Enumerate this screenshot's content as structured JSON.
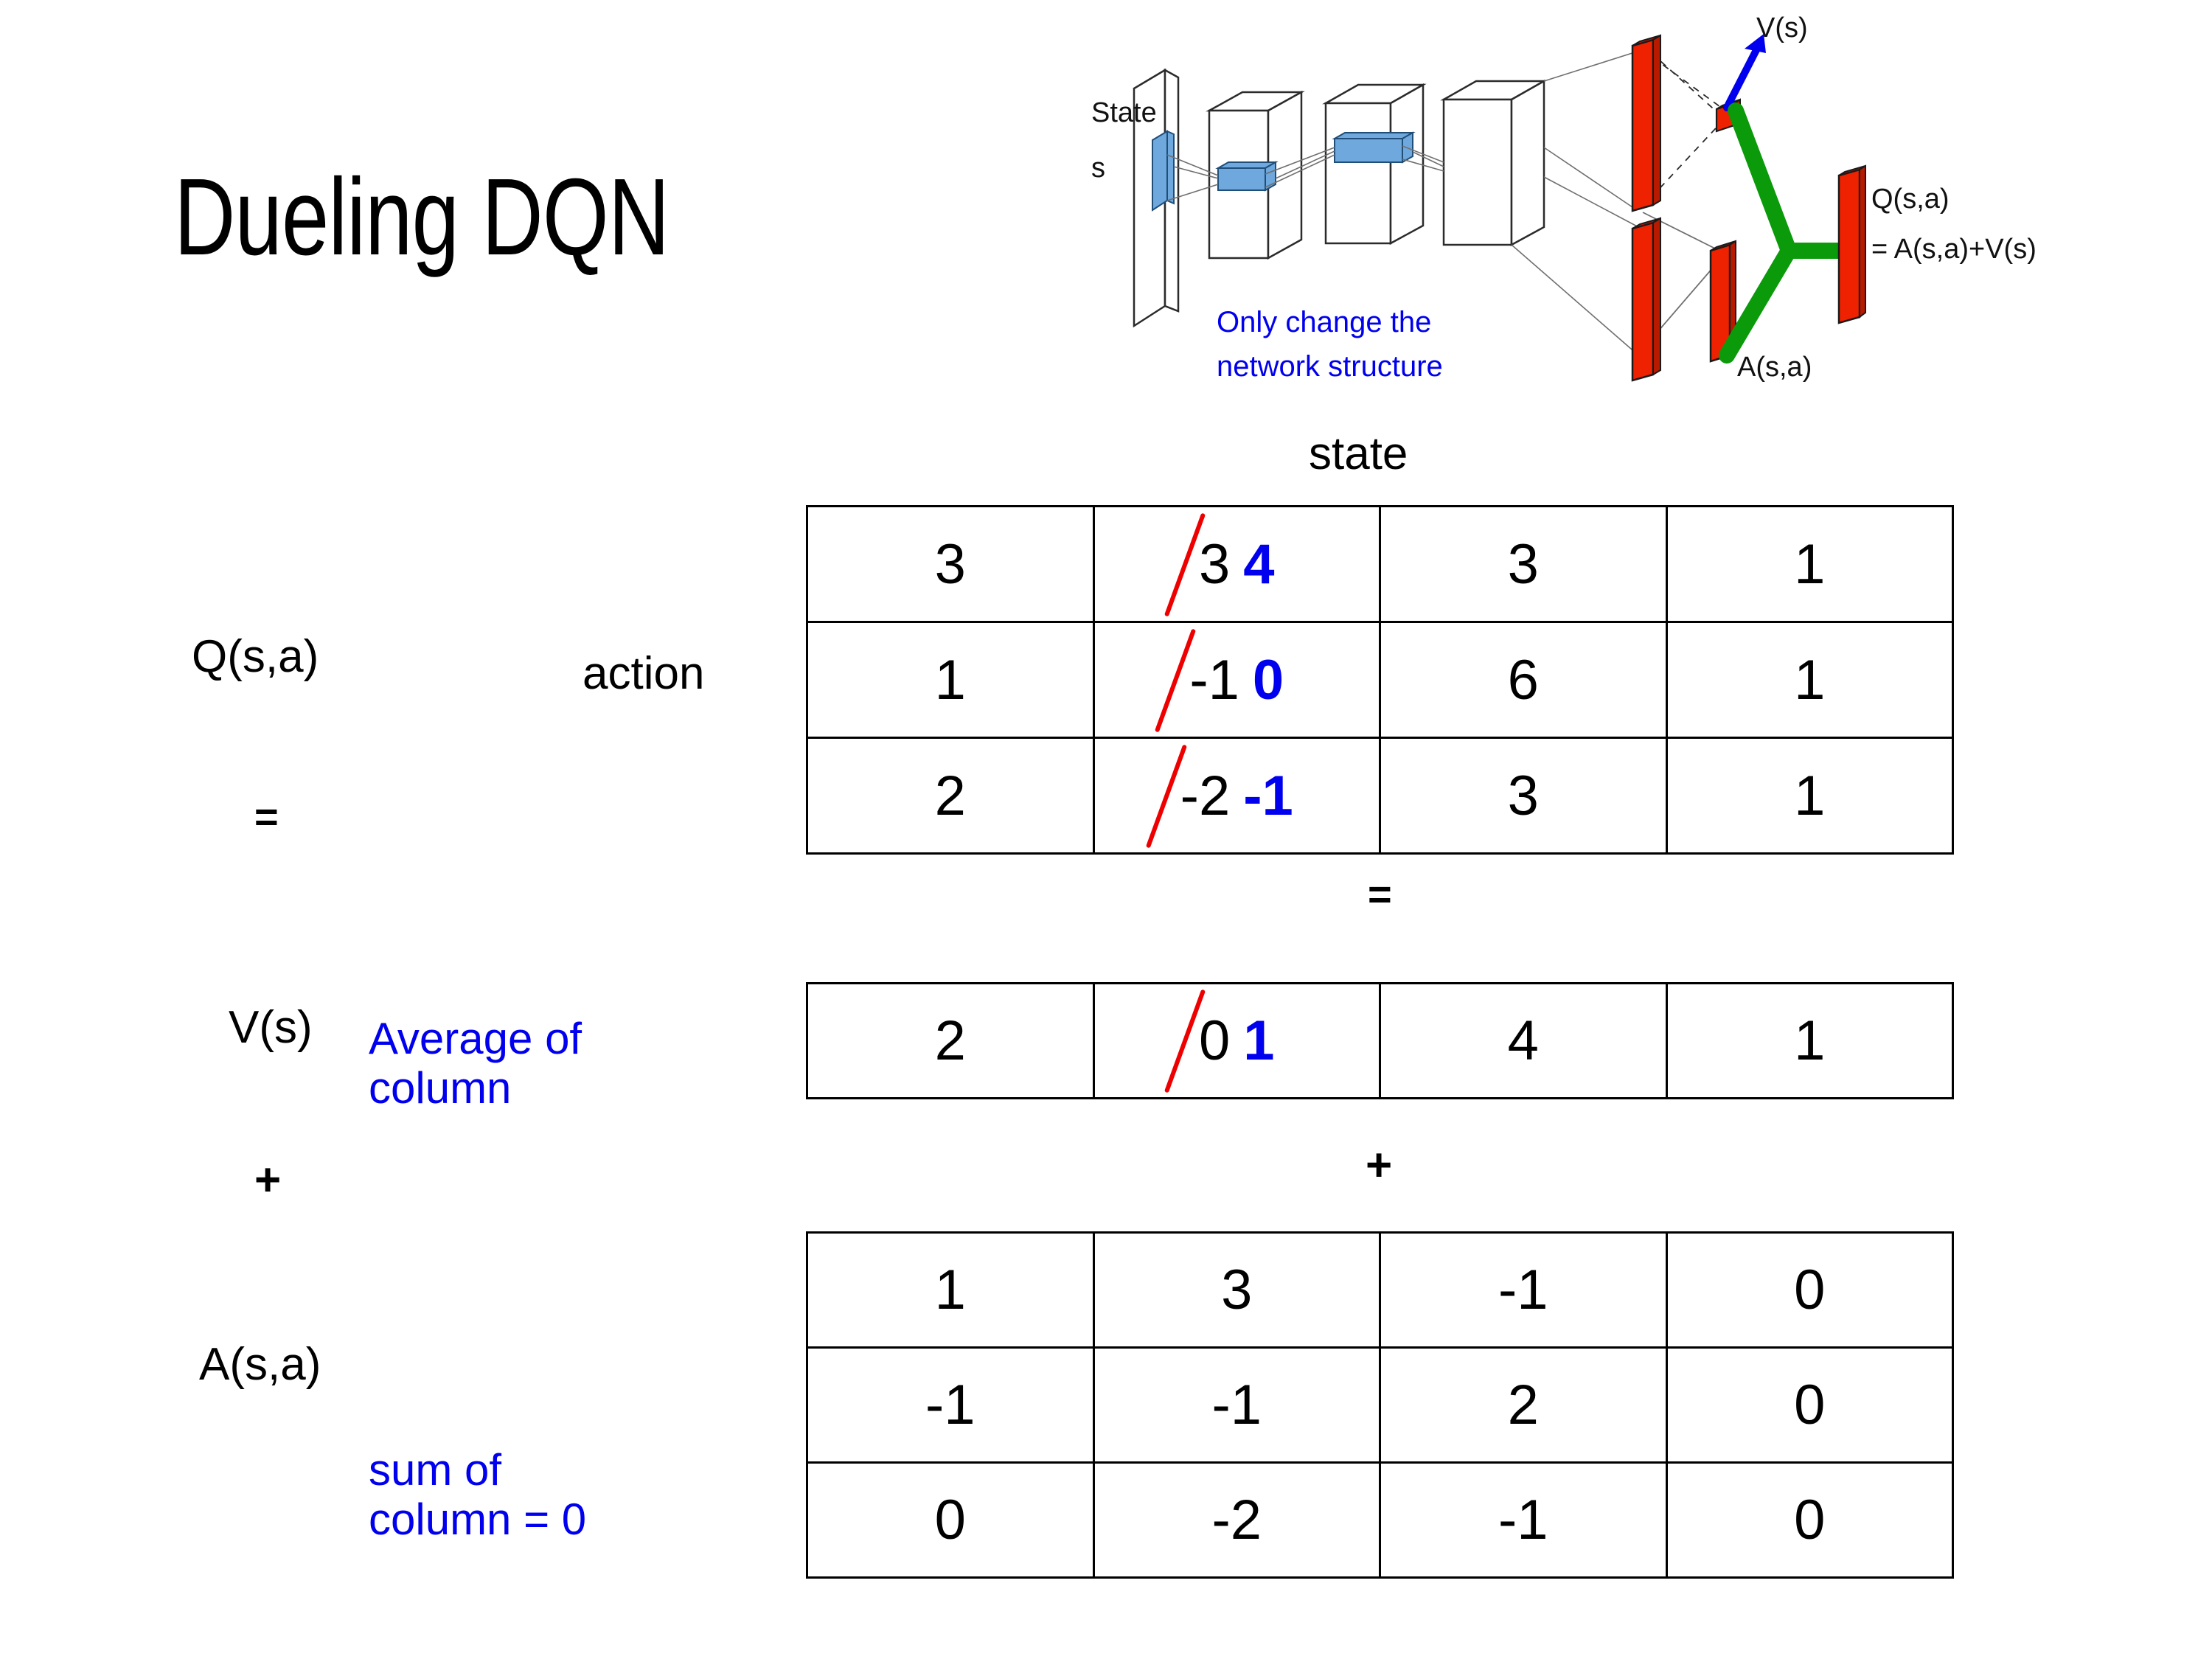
{
  "title": "Dueling DQN",
  "diagram": {
    "state_label_line1": "State",
    "state_label_line2": "s",
    "note": "Only change the\nnetwork structure",
    "note_line1": "Only change the",
    "note_line2": "network structure",
    "v_label": "V(s)",
    "a_label": "A(s,a)",
    "q_label_line1": "Q(s,a)",
    "q_label_line2": "= A(s,a)+V(s)",
    "colors": {
      "note_blue": "#0000ee",
      "bar_red": "#ee2200",
      "merge_green": "#0a9a0a",
      "arrow_blue": "#0000ee",
      "cube_blue": "#5b9bd5"
    }
  },
  "labels": {
    "state": "state",
    "action": "action",
    "q_label": "Q(s,a)",
    "v_label": "V(s)",
    "a_label": "A(s,a)",
    "equals_left": "=",
    "plus_left": "+",
    "equals_mid": "=",
    "plus_mid": "+",
    "avg_note_line1": "Average of",
    "avg_note_line2": "column",
    "sum_note_line1": "sum of",
    "sum_note_line2": "column = 0"
  },
  "colors": {
    "annotation_blue": "#0000ee",
    "strike_red": "#ee0000",
    "text_black": "#000000"
  },
  "chart_data": {
    "type": "table",
    "title": "Dueling DQN value decomposition Q(s,a) = V(s) + A(s,a)",
    "axis_labels": {
      "columns": "state",
      "rows": "action"
    },
    "tables": [
      {
        "name": "Q(s,a)",
        "rows": 3,
        "cols": 4,
        "values": [
          [
            "3",
            "3",
            "3",
            "1"
          ],
          [
            "1",
            "-1",
            "6",
            "1"
          ],
          [
            "2",
            "-2",
            "3",
            "1"
          ]
        ],
        "edits": [
          {
            "row": 0,
            "col": 1,
            "old": "3",
            "new": "4"
          },
          {
            "row": 1,
            "col": 1,
            "old": "-1",
            "new": "0"
          },
          {
            "row": 2,
            "col": 1,
            "old": "-2",
            "new": "-1"
          }
        ]
      },
      {
        "name": "V(s)",
        "rows": 1,
        "cols": 4,
        "values": [
          [
            "2",
            "0",
            "4",
            "1"
          ]
        ],
        "edits": [
          {
            "row": 0,
            "col": 1,
            "old": "0",
            "new": "1"
          }
        ]
      },
      {
        "name": "A(s,a)",
        "rows": 3,
        "cols": 4,
        "values": [
          [
            "1",
            "3",
            "-1",
            "0"
          ],
          [
            "-1",
            "-1",
            "2",
            "0"
          ],
          [
            "0",
            "-2",
            "-1",
            "0"
          ]
        ],
        "edits": []
      }
    ]
  }
}
